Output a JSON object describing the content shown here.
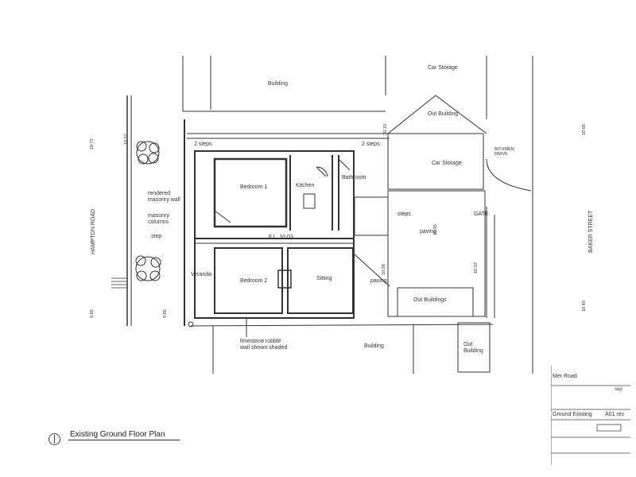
{
  "labels": {
    "building_top": "Building",
    "car_storage_top": "Car Storage",
    "out_building_top": "Out Building",
    "car_storage": "Car Storage",
    "bitumen_drive": "BITUMEN DRIVE",
    "two_steps_left": "2 steps",
    "two_steps_right": "2 steps",
    "bedroom1": "Bedroom 1",
    "kitchen": "Kitchen",
    "bathroom": "Bathroom",
    "rendered_wall": "rendered masonry wall",
    "masonry_columns": "masonry columns",
    "step": "step",
    "steps_right": "steps",
    "gate": "GATE",
    "paving_right": "paving",
    "paving_mid": "paving",
    "fl": "F.L. 10.03",
    "veranda": "Veranda",
    "bedroom2": "Bedroom 2",
    "sitting": "Sitting",
    "out_buildings": "Out Buildings",
    "out_building_bottom": "Out Building",
    "building_bottom": "Building",
    "rubble_wall": "limestone rubble wall shown shaded",
    "hampton_road": "HAMPTON ROAD",
    "baker_street": "BAKER STREET",
    "level_hr_top1": "10.72",
    "level_hr_top2": "10.72",
    "level_hr_bottom": "9.85",
    "level_bs_top": "10.66",
    "level_bs_bottom": "10.40",
    "level_a": "10.10",
    "level_b": "10.35",
    "level_c": "10.38",
    "level_d": "10.52",
    "level_e": "9.85"
  },
  "caption": "Existing Ground Floor Plan",
  "title_block": {
    "project": "Mer Road",
    "sheet": "Ground Existing",
    "rev": "A01 rev",
    "code": "sep"
  }
}
